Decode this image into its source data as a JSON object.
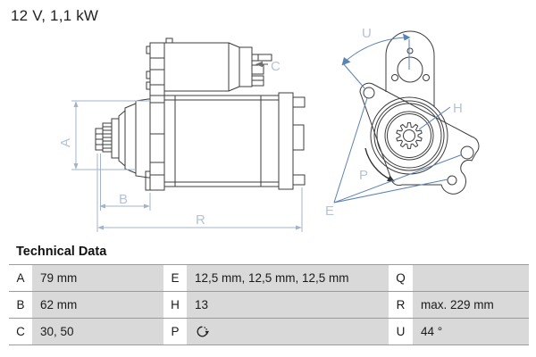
{
  "title": "12 V, 1,1 kW",
  "section_heading": "Technical Data",
  "diagram": {
    "side_view": {
      "dim_a_label": "A",
      "dim_b_label": "B",
      "dim_c_label": "C",
      "dim_r_label": "R"
    },
    "end_view": {
      "angle_u_label": "U",
      "teeth_h_label": "H",
      "rotation_p_label": "P",
      "holes_e_label": "E"
    }
  },
  "table": {
    "rows": [
      [
        {
          "key": "A",
          "value": "79 mm"
        },
        {
          "key": "E",
          "value": "12,5 mm, 12,5 mm, 12,5 mm"
        },
        {
          "key": "Q",
          "value": ""
        }
      ],
      [
        {
          "key": "B",
          "value": "62 mm"
        },
        {
          "key": "H",
          "value": "13"
        },
        {
          "key": "R",
          "value": "max. 229 mm"
        }
      ],
      [
        {
          "key": "C",
          "value": "30, 50"
        },
        {
          "key": "P",
          "value": "",
          "value_icon": "rotation-clockwise-icon"
        },
        {
          "key": "U",
          "value": "44 °"
        }
      ]
    ]
  },
  "colors": {
    "drawing_line": "#3c3c3c",
    "dimension_line": "#a3b4c9",
    "dimension_label": "#b7c2d2",
    "leader_line": "#5b82b4",
    "arrow_gray": "#6e6e6e",
    "table_cell_fill": "#d9d9d9",
    "table_rule": "#9b9b9b"
  }
}
